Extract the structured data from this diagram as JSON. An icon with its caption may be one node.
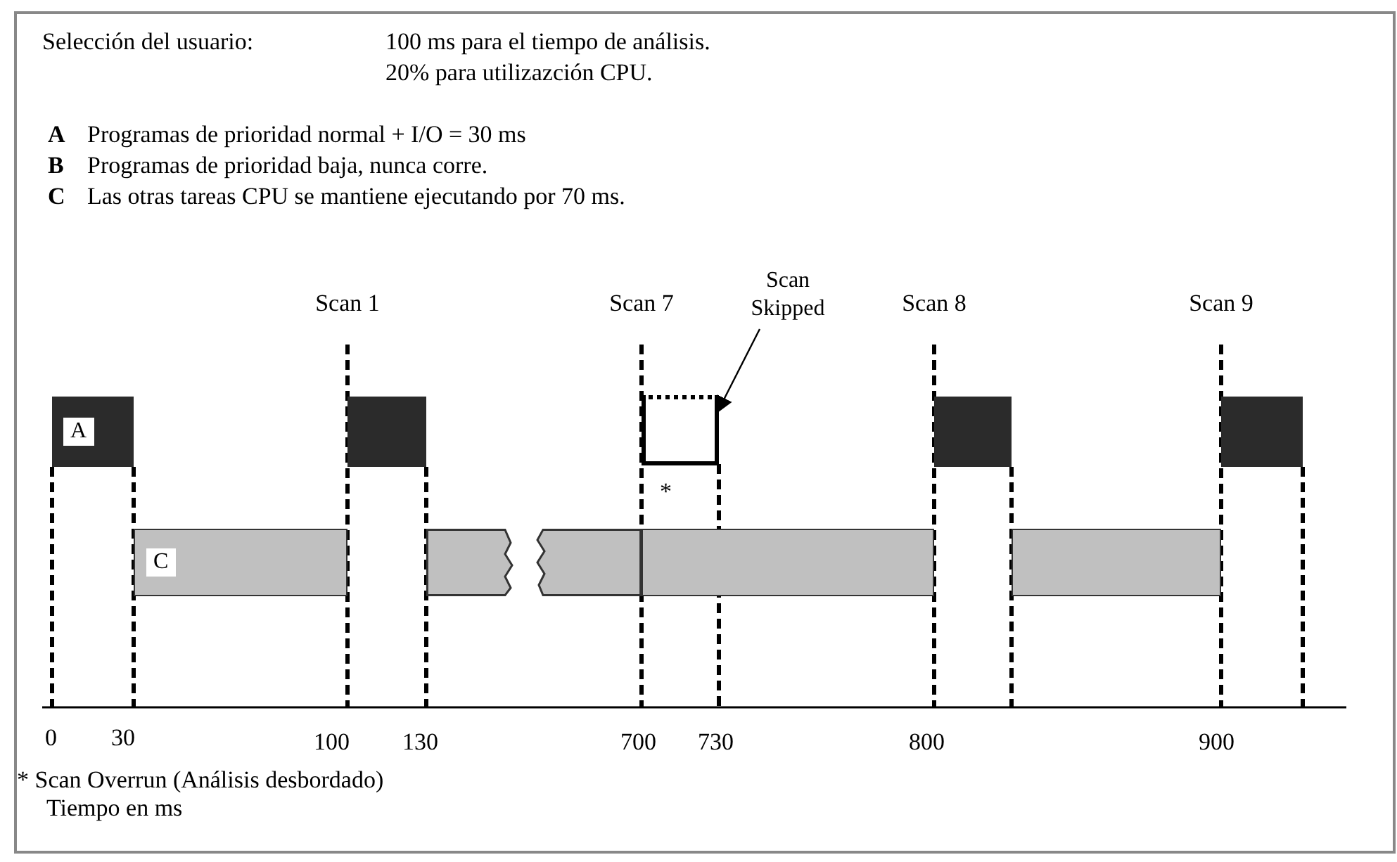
{
  "diagram": {
    "nodes": [
      {
        "text": [
          "A"
        ]
      },
      {
        "text": [],
        "shape": "box",
        "beside": [
          "Scan 1"
        ]
      },
      {
        "text": [],
        "shape": "box",
        "beside": [
          "Scan 7"
        ]
      },
      {
        "text": [],
        "shape": "box",
        "beside": [
          "Scan 8"
        ]
      },
      {
        "text": [],
        "shape": "box",
        "beside": [
          "Scan 9"
        ]
      },
      {
        "text": [
          "C"
        ]
      },
      {
        "text": [],
        "shape": "bar"
      },
      {
        "text": [],
        "shape": "bar"
      },
      {
        "text": [],
        "shape": "bar"
      },
      {
        "text": [],
        "shape": "bar"
      },
      {
        "text": [
          "Scan Skipped"
        ]
      }
    ],
    "edges": [
      {
        "from": 10,
        "to": 2,
        "arrow": "to"
      }
    ],
    "labels": [
      "Selección del usuario:",
      "100 ms para el tiempo de análisis.",
      "20% para utilizazción CPU.",
      "A",
      "Programas de prioridad normal + I/O = 30 ms",
      "B",
      "Programas de prioridad baja, nunca corre.",
      "C",
      "Las otras tareas CPU se mantiene ejecutando por 70 ms.",
      "*",
      "0",
      "30",
      "100",
      "130",
      "700",
      "730",
      "800",
      "900",
      "* Scan Overrun (Análisis desbordado)",
      "Tiempo en ms"
    ]
  }
}
